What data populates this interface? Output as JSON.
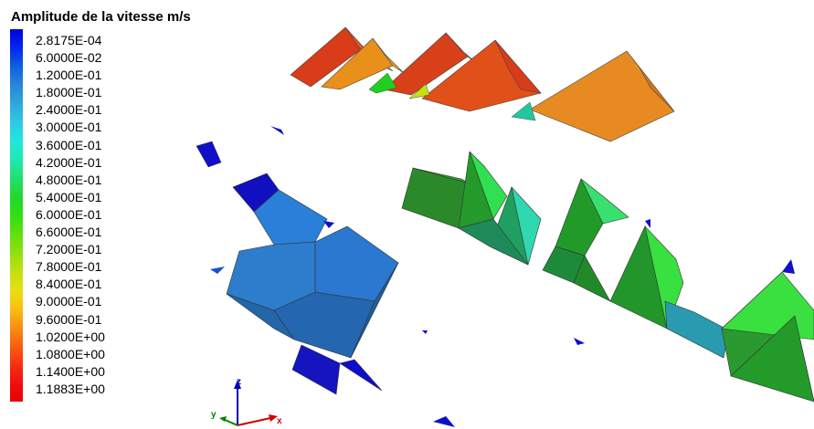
{
  "legend": {
    "title": "Amplitude de la vitesse m/s",
    "labels": [
      "2.8175E-04",
      "6.0000E-02",
      "1.2000E-01",
      "1.8000E-01",
      "2.4000E-01",
      "3.0000E-01",
      "3.6000E-01",
      "4.2000E-01",
      "4.8000E-01",
      "5.4000E-01",
      "6.0000E-01",
      "6.6000E-01",
      "7.2000E-01",
      "7.8000E-01",
      "8.4000E-01",
      "9.0000E-01",
      "9.6000E-01",
      "1.0200E+00",
      "1.0800E+00",
      "1.1400E+00",
      "1.1883E+00"
    ],
    "colors": [
      "#0000e0",
      "#0028f0",
      "#1060e0",
      "#2a86d6",
      "#2ea8dc",
      "#2ec8e6",
      "#1ee8e0",
      "#20e8b0",
      "#20e070",
      "#20d830",
      "#30e010",
      "#60e010",
      "#90e010",
      "#c0e010",
      "#e8e010",
      "#f8c010",
      "#f89010",
      "#f86010",
      "#f83010",
      "#f01010",
      "#e80000"
    ]
  },
  "axes": {
    "x": "x",
    "y": "y",
    "z": "z"
  },
  "colors": {
    "axis_x": "#d00000",
    "axis_y": "#008000",
    "axis_z": "#0000b0",
    "roof_orange": "#e36a1a",
    "roof_red": "#d8341a",
    "block_blue": "#2a73c8",
    "block_blue_dark": "#1e5c9a",
    "block_green": "#2a9a2a",
    "block_green_light": "#30e030",
    "deep_blue": "#1010c8",
    "teal": "#2ab8a8"
  }
}
